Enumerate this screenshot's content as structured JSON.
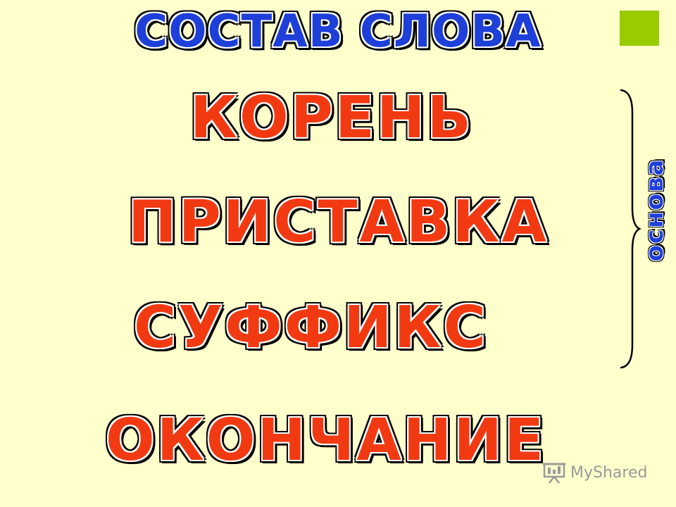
{
  "slide": {
    "title": "СОСТАВ СЛОВА",
    "parts": {
      "root": "КОРЕНЬ",
      "prefix": "ПРИСТАВКА",
      "suffix": "СУФФИКС",
      "ending": "ОКОНЧАНИЕ"
    },
    "brace_label": "основа"
  },
  "watermark": {
    "text": "MyShared",
    "icon": "presentation-board-icon"
  },
  "colors": {
    "background": "#FFFFCC",
    "title": "#1E3FD8",
    "parts": "#F23A12",
    "square": "#99CC00",
    "watermark": "#9A9A9A"
  }
}
